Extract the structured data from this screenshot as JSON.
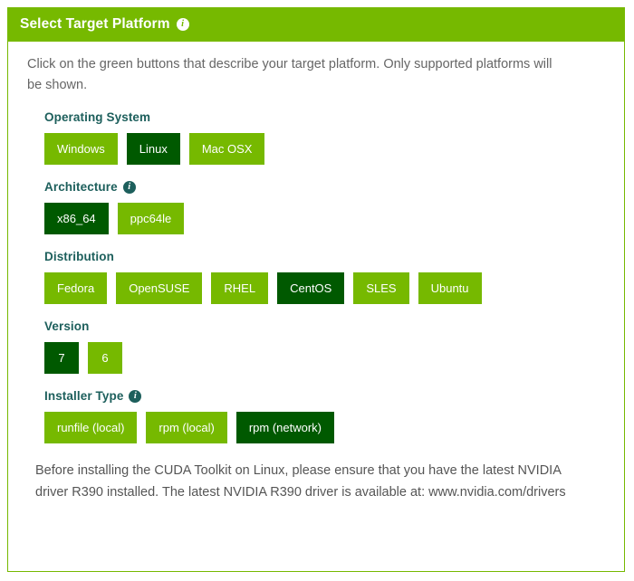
{
  "card": {
    "header": {
      "title": "Select Target Platform",
      "info_icon": "info-circle-icon"
    },
    "intro": "Click on the green buttons that describe your target platform. Only supported platforms will be shown.",
    "footer_note": "Before installing the CUDA Toolkit on Linux, please ensure that you have the latest NVIDIA driver R390 installed. The latest NVIDIA R390 driver is available at: www.nvidia.com/drivers"
  },
  "colors": {
    "brand_green": "#76b900",
    "selected_green": "#005900",
    "label_teal": "#1d5f5c",
    "body_text": "#666666"
  },
  "sections": [
    {
      "id": "operating-system",
      "label": "Operating System",
      "has_info": false,
      "options": [
        {
          "label": "Windows",
          "selected": false
        },
        {
          "label": "Linux",
          "selected": true
        },
        {
          "label": "Mac OSX",
          "selected": false
        }
      ]
    },
    {
      "id": "architecture",
      "label": "Architecture",
      "has_info": true,
      "options": [
        {
          "label": "x86_64",
          "selected": true
        },
        {
          "label": "ppc64le",
          "selected": false
        }
      ]
    },
    {
      "id": "distribution",
      "label": "Distribution",
      "has_info": false,
      "options": [
        {
          "label": "Fedora",
          "selected": false
        },
        {
          "label": "OpenSUSE",
          "selected": false
        },
        {
          "label": "RHEL",
          "selected": false
        },
        {
          "label": "CentOS",
          "selected": true
        },
        {
          "label": "SLES",
          "selected": false
        },
        {
          "label": "Ubuntu",
          "selected": false
        }
      ]
    },
    {
      "id": "version",
      "label": "Version",
      "has_info": false,
      "narrow": true,
      "options": [
        {
          "label": "7",
          "selected": true
        },
        {
          "label": "6",
          "selected": false
        }
      ]
    },
    {
      "id": "installer-type",
      "label": "Installer Type",
      "has_info": true,
      "options": [
        {
          "label": "runfile (local)",
          "selected": false
        },
        {
          "label": "rpm (local)",
          "selected": false
        },
        {
          "label": "rpm (network)",
          "selected": true
        }
      ]
    }
  ]
}
